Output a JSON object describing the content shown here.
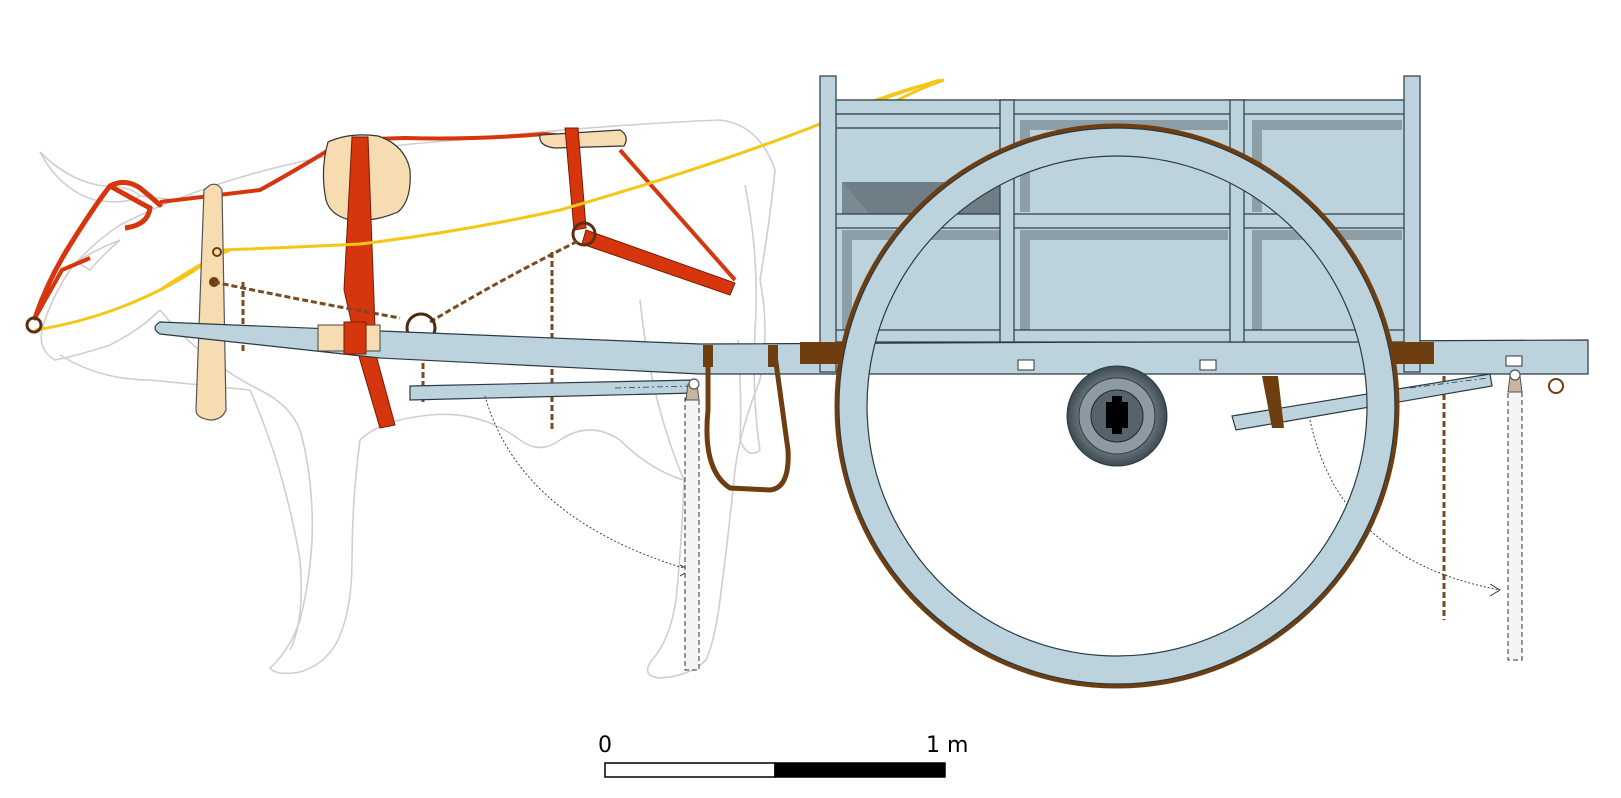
{
  "scale_bar": {
    "label_start": "0",
    "label_end": "1 m"
  },
  "colors": {
    "wood": "#bcd3dd",
    "hardware": "#6e3d10",
    "harness_strap": "#d6360d",
    "rein": "#f5c518",
    "pad": "#f6dcb0",
    "animal_outline": "#cccccc",
    "chain": "#7a4a20"
  },
  "parts": [
    "ox-outline",
    "harness",
    "reins",
    "shaft",
    "cart-body",
    "wheel",
    "hub",
    "props",
    "chains"
  ]
}
